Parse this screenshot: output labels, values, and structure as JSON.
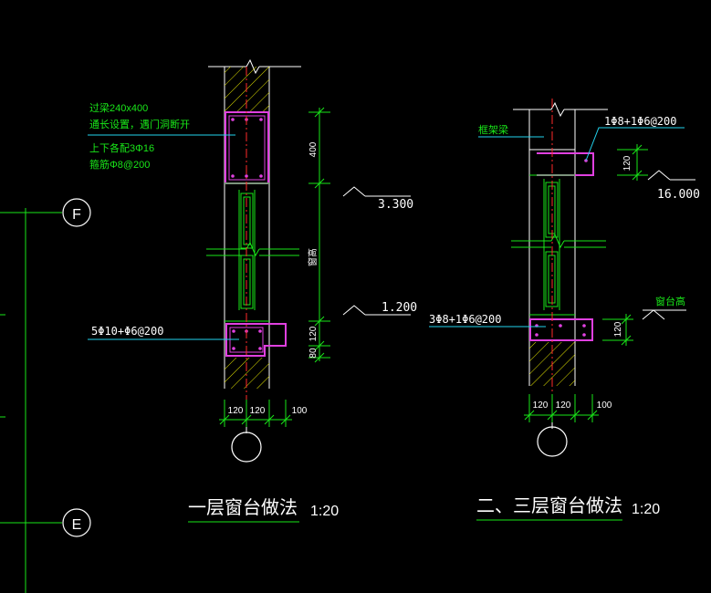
{
  "colors": {
    "background": "#000000",
    "green": "#19e619",
    "white": "#ffffff",
    "cyan": "#22d3ee",
    "magenta": "#e040e0",
    "red": "#ff2a2a",
    "yellow": "#e6e600"
  },
  "axes": {
    "f": "F",
    "e": "E"
  },
  "left_detail": {
    "note_lines": [
      "过梁240x400",
      "通长设置，遇门洞断开",
      "上下各配3Φ16",
      "箍筋Φ8@200"
    ],
    "sill_rebar": "5Φ10+Φ6@200",
    "dim_400": "400",
    "dim_window": "窗高",
    "dim_120": "120",
    "dim_80": "80",
    "elev_upper": "3.300",
    "elev_lower": "1.200",
    "bottom_dims": [
      "120",
      "120",
      "100"
    ],
    "title": "一层窗台做法",
    "scale": "1:20"
  },
  "right_detail": {
    "beam_label": "框架梁",
    "top_rebar": "1Φ8+1Φ6@200",
    "top_dim": "120",
    "elev_top": "16.000",
    "sill_label": "窗台高",
    "sill_rebar": "3Φ8+1Φ6@200",
    "sill_dim": "120",
    "bottom_dims": [
      "120",
      "120",
      "100"
    ],
    "title": "二、三层窗台做法",
    "scale": "1:20"
  }
}
